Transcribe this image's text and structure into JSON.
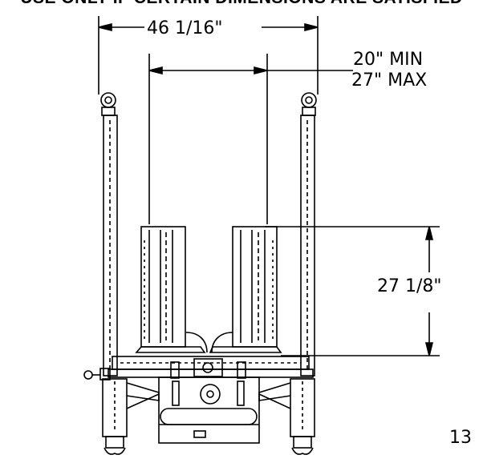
{
  "header_note": "USE ONLY IF CERTAIN DIMENSIONS ARE SATISFIED",
  "dimensions": {
    "overall_width": "46 1/16\"",
    "inner_min": "20\" MIN",
    "inner_max": "27\" MAX",
    "height": "27 1/8\""
  },
  "page_number": "13",
  "colors": {
    "line": "#000000",
    "background": "#ffffff"
  }
}
